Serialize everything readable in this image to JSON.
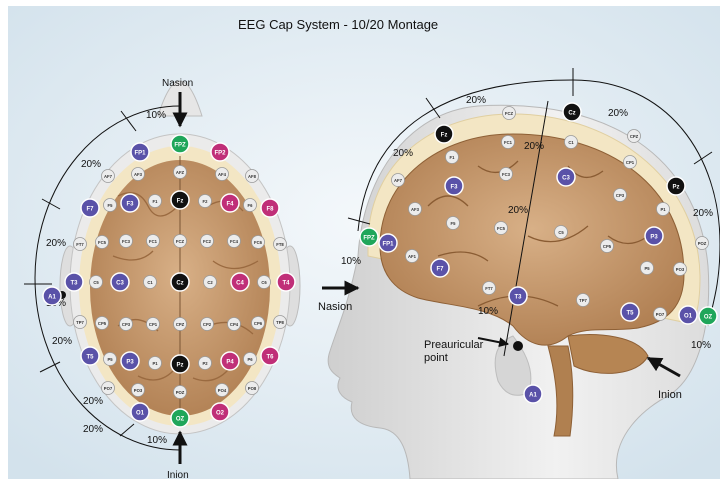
{
  "title": "EEG Cap System - 10/20 Montage",
  "colors": {
    "background": "#e2edf4",
    "scalp": "#f2ead8",
    "brain": "#c9a071",
    "brain_dark": "#a8774c",
    "black_electrode": "#111111",
    "purple_electrode": "#5a52a8",
    "magenta_electrode": "#c02f78",
    "green_electrode": "#1fa65a",
    "gray_electrode": "#ececec"
  },
  "top_view": {
    "nasion_label": "Nasion",
    "inion_label": "Inion",
    "percentages": [
      "10%",
      "20%",
      "20%",
      "10%",
      "20%",
      "20%",
      "20%",
      "10%"
    ]
  },
  "side_view": {
    "nasion_label": "Nasion",
    "inion_label": "Inion",
    "preauricular_label": [
      "Preauricular",
      "point"
    ],
    "percentages": [
      "20%",
      "20%",
      "20%",
      "20%",
      "20%",
      "10%",
      "20%",
      "10%",
      "10%"
    ]
  },
  "top_electrodes": [
    {
      "label": "FPZ",
      "type": "green"
    },
    {
      "label": "FP1",
      "type": "purple"
    },
    {
      "label": "FP2",
      "type": "magenta"
    },
    {
      "label": "AF7",
      "type": "gray"
    },
    {
      "label": "AF3",
      "type": "gray"
    },
    {
      "label": "AFZ",
      "type": "gray"
    },
    {
      "label": "AF4",
      "type": "gray"
    },
    {
      "label": "AF8",
      "type": "gray"
    },
    {
      "label": "F7",
      "type": "purple"
    },
    {
      "label": "F5",
      "type": "gray"
    },
    {
      "label": "F3",
      "type": "purple"
    },
    {
      "label": "F1",
      "type": "gray"
    },
    {
      "label": "Fz",
      "type": "black"
    },
    {
      "label": "F2",
      "type": "gray"
    },
    {
      "label": "F4",
      "type": "magenta"
    },
    {
      "label": "F6",
      "type": "gray"
    },
    {
      "label": "F8",
      "type": "magenta"
    },
    {
      "label": "FT7",
      "type": "gray"
    },
    {
      "label": "FC5",
      "type": "gray"
    },
    {
      "label": "FC3",
      "type": "gray"
    },
    {
      "label": "FC1",
      "type": "gray"
    },
    {
      "label": "FCZ",
      "type": "gray"
    },
    {
      "label": "FC2",
      "type": "gray"
    },
    {
      "label": "FC4",
      "type": "gray"
    },
    {
      "label": "FC6",
      "type": "gray"
    },
    {
      "label": "FT8",
      "type": "gray"
    },
    {
      "label": "A1",
      "type": "purple"
    },
    {
      "label": "T3",
      "type": "purple"
    },
    {
      "label": "C5",
      "type": "gray"
    },
    {
      "label": "C3",
      "type": "purple"
    },
    {
      "label": "C1",
      "type": "gray"
    },
    {
      "label": "Cz",
      "type": "black"
    },
    {
      "label": "C2",
      "type": "gray"
    },
    {
      "label": "C4",
      "type": "magenta"
    },
    {
      "label": "C6",
      "type": "gray"
    },
    {
      "label": "T4",
      "type": "magenta"
    },
    {
      "label": "TP7",
      "type": "gray"
    },
    {
      "label": "CP5",
      "type": "gray"
    },
    {
      "label": "CP3",
      "type": "gray"
    },
    {
      "label": "CP1",
      "type": "gray"
    },
    {
      "label": "CPZ",
      "type": "gray"
    },
    {
      "label": "CP2",
      "type": "gray"
    },
    {
      "label": "CP4",
      "type": "gray"
    },
    {
      "label": "CP6",
      "type": "gray"
    },
    {
      "label": "TP8",
      "type": "gray"
    },
    {
      "label": "T5",
      "type": "purple"
    },
    {
      "label": "P5",
      "type": "gray"
    },
    {
      "label": "P3",
      "type": "purple"
    },
    {
      "label": "P1",
      "type": "gray"
    },
    {
      "label": "Pz",
      "type": "black"
    },
    {
      "label": "P2",
      "type": "gray"
    },
    {
      "label": "P4",
      "type": "magenta"
    },
    {
      "label": "P6",
      "type": "gray"
    },
    {
      "label": "T6",
      "type": "magenta"
    },
    {
      "label": "PO7",
      "type": "gray"
    },
    {
      "label": "PO3",
      "type": "gray"
    },
    {
      "label": "POZ",
      "type": "gray"
    },
    {
      "label": "PO4",
      "type": "gray"
    },
    {
      "label": "PO8",
      "type": "gray"
    },
    {
      "label": "O1",
      "type": "purple"
    },
    {
      "label": "OZ",
      "type": "green"
    },
    {
      "label": "O2",
      "type": "magenta"
    }
  ],
  "side_electrodes": [
    {
      "label": "FPZ",
      "type": "green"
    },
    {
      "label": "FP1",
      "type": "purple"
    },
    {
      "label": "AF7",
      "type": "gray"
    },
    {
      "label": "AF3",
      "type": "gray"
    },
    {
      "label": "AF1",
      "type": "gray"
    },
    {
      "label": "Fz",
      "type": "black"
    },
    {
      "label": "F1",
      "type": "gray"
    },
    {
      "label": "F3",
      "type": "purple"
    },
    {
      "label": "F5",
      "type": "gray"
    },
    {
      "label": "F7",
      "type": "purple"
    },
    {
      "label": "FCZ",
      "type": "gray"
    },
    {
      "label": "FC1",
      "type": "gray"
    },
    {
      "label": "FC3",
      "type": "gray"
    },
    {
      "label": "FC5",
      "type": "gray"
    },
    {
      "label": "FT7",
      "type": "gray"
    },
    {
      "label": "Cz",
      "type": "black"
    },
    {
      "label": "C1",
      "type": "gray"
    },
    {
      "label": "C3",
      "type": "purple"
    },
    {
      "label": "C5",
      "type": "gray"
    },
    {
      "label": "T3",
      "type": "purple"
    },
    {
      "label": "CPZ",
      "type": "gray"
    },
    {
      "label": "CP1",
      "type": "gray"
    },
    {
      "label": "CP3",
      "type": "gray"
    },
    {
      "label": "CP5",
      "type": "gray"
    },
    {
      "label": "TP7",
      "type": "gray"
    },
    {
      "label": "Pz",
      "type": "black"
    },
    {
      "label": "P1",
      "type": "gray"
    },
    {
      "label": "P3",
      "type": "purple"
    },
    {
      "label": "P5",
      "type": "gray"
    },
    {
      "label": "T5",
      "type": "purple"
    },
    {
      "label": "POZ",
      "type": "gray"
    },
    {
      "label": "PO3",
      "type": "gray"
    },
    {
      "label": "PO7",
      "type": "gray"
    },
    {
      "label": "O1",
      "type": "purple"
    },
    {
      "label": "OZ",
      "type": "green"
    },
    {
      "label": "A1",
      "type": "purple"
    }
  ]
}
